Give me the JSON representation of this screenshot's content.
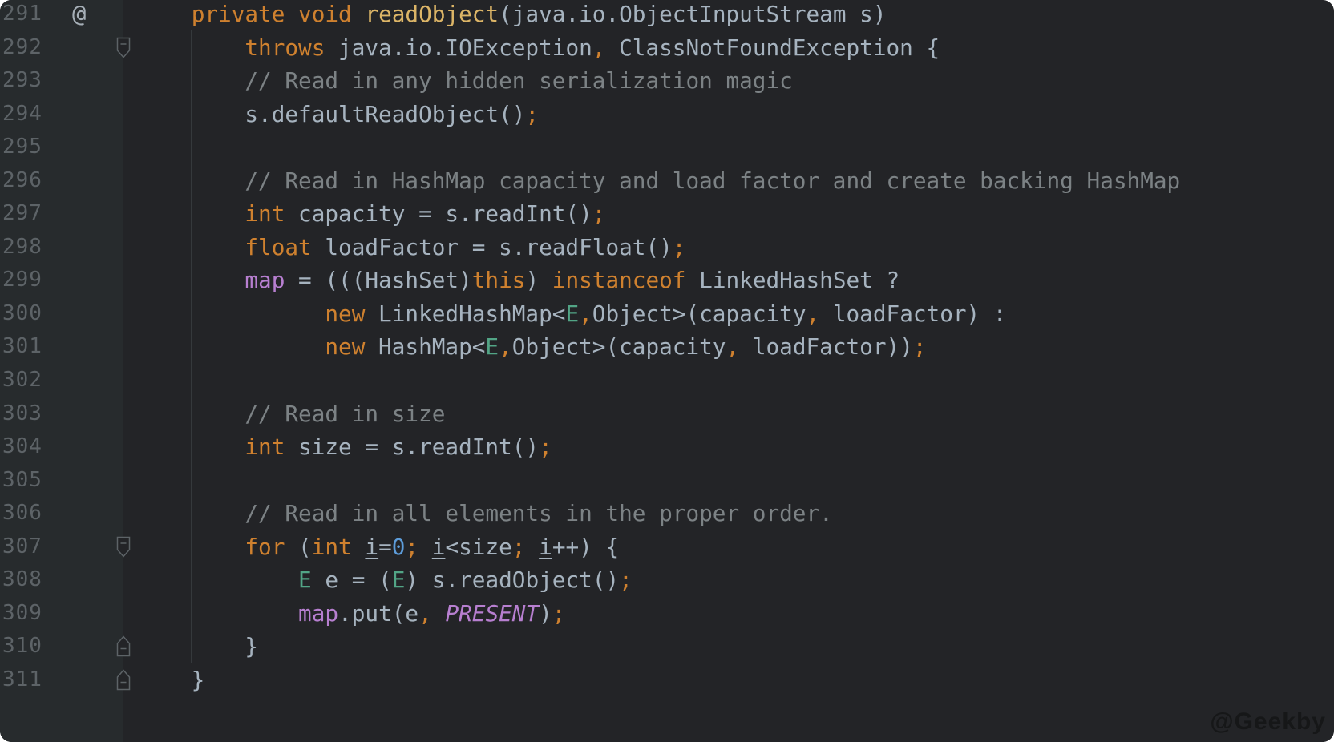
{
  "window": {
    "type": "java-code-editor",
    "theme": "dark"
  },
  "watermark": {
    "label": "@Geekby"
  },
  "colors": {
    "editor_bg": "#232427",
    "gutter_bg": "#272b2d",
    "keyword_orange": "#cf812f",
    "method_yellow": "#dcb567",
    "text_gray": "#a6b3bf",
    "comment_gray": "#7c8285",
    "field_purple": "#b77fd0",
    "type_param_teal": "#52a586",
    "number_blue": "#5d9ddb",
    "line_number_gray": "#5d6367"
  },
  "gutter": {
    "annotation_icon_glyph": "@"
  },
  "editor": {
    "first_line_number": 291,
    "last_line_number": 311,
    "lines": [
      {
        "n": "291",
        "gutter": "annotation-at",
        "fold": null,
        "tokens": [
          [
            "    ",
            "txt"
          ],
          [
            "private",
            "kw"
          ],
          [
            " ",
            "txt"
          ],
          [
            "void",
            "kw"
          ],
          [
            " ",
            "txt"
          ],
          [
            "readObject",
            "fn"
          ],
          [
            "(java.io.ObjectInputStream s)",
            "txt"
          ]
        ]
      },
      {
        "n": "292",
        "gutter": null,
        "fold": "start",
        "tokens": [
          [
            "        ",
            "txt"
          ],
          [
            "throws",
            "kw"
          ],
          [
            " java.io.IOException",
            "txt"
          ],
          [
            ",",
            "pun"
          ],
          [
            " ClassNotFoundException {",
            "txt"
          ]
        ]
      },
      {
        "n": "293",
        "gutter": null,
        "fold": null,
        "tokens": [
          [
            "        ",
            "txt"
          ],
          [
            "// Read in any hidden serialization magic",
            "cm"
          ]
        ]
      },
      {
        "n": "294",
        "gutter": null,
        "fold": null,
        "tokens": [
          [
            "        s.defaultReadObject()",
            "txt"
          ],
          [
            ";",
            "pun"
          ]
        ]
      },
      {
        "n": "295",
        "gutter": null,
        "fold": null,
        "tokens": []
      },
      {
        "n": "296",
        "gutter": null,
        "fold": null,
        "tokens": [
          [
            "        ",
            "txt"
          ],
          [
            "// Read in HashMap capacity and load factor and create backing HashMap",
            "cm"
          ]
        ]
      },
      {
        "n": "297",
        "gutter": null,
        "fold": null,
        "tokens": [
          [
            "        ",
            "txt"
          ],
          [
            "int",
            "kw"
          ],
          [
            " capacity = s.readInt()",
            "txt"
          ],
          [
            ";",
            "pun"
          ]
        ]
      },
      {
        "n": "298",
        "gutter": null,
        "fold": null,
        "tokens": [
          [
            "        ",
            "txt"
          ],
          [
            "float",
            "kw"
          ],
          [
            " loadFactor = s.readFloat()",
            "txt"
          ],
          [
            ";",
            "pun"
          ]
        ]
      },
      {
        "n": "299",
        "gutter": null,
        "fold": null,
        "tokens": [
          [
            "        ",
            "txt"
          ],
          [
            "map",
            "fld"
          ],
          [
            " = (((HashSet)",
            "txt"
          ],
          [
            "this",
            "kw"
          ],
          [
            ") ",
            "txt"
          ],
          [
            "instanceof",
            "kw"
          ],
          [
            " LinkedHashSet ?",
            "txt"
          ]
        ]
      },
      {
        "n": "300",
        "gutter": null,
        "fold": null,
        "tokens": [
          [
            "              ",
            "txt"
          ],
          [
            "new",
            "kw"
          ],
          [
            " LinkedHashMap<",
            "txt"
          ],
          [
            "E",
            "tp"
          ],
          [
            ",",
            "pun"
          ],
          [
            "Object>(capacity",
            "txt"
          ],
          [
            ",",
            "pun"
          ],
          [
            " loadFactor) :",
            "txt"
          ]
        ]
      },
      {
        "n": "301",
        "gutter": null,
        "fold": null,
        "tokens": [
          [
            "              ",
            "txt"
          ],
          [
            "new",
            "kw"
          ],
          [
            " HashMap<",
            "txt"
          ],
          [
            "E",
            "tp"
          ],
          [
            ",",
            "pun"
          ],
          [
            "Object>(capacity",
            "txt"
          ],
          [
            ",",
            "pun"
          ],
          [
            " loadFactor))",
            "txt"
          ],
          [
            ";",
            "pun"
          ]
        ]
      },
      {
        "n": "302",
        "gutter": null,
        "fold": null,
        "tokens": []
      },
      {
        "n": "303",
        "gutter": null,
        "fold": null,
        "tokens": [
          [
            "        ",
            "txt"
          ],
          [
            "// Read in size",
            "cm"
          ]
        ]
      },
      {
        "n": "304",
        "gutter": null,
        "fold": null,
        "tokens": [
          [
            "        ",
            "txt"
          ],
          [
            "int",
            "kw"
          ],
          [
            " size = s.readInt()",
            "txt"
          ],
          [
            ";",
            "pun"
          ]
        ]
      },
      {
        "n": "305",
        "gutter": null,
        "fold": null,
        "tokens": []
      },
      {
        "n": "306",
        "gutter": null,
        "fold": null,
        "tokens": [
          [
            "        ",
            "txt"
          ],
          [
            "// Read in all elements in the proper order.",
            "cm"
          ]
        ]
      },
      {
        "n": "307",
        "gutter": null,
        "fold": "start",
        "tokens": [
          [
            "        ",
            "txt"
          ],
          [
            "for",
            "kw"
          ],
          [
            " (",
            "txt"
          ],
          [
            "int",
            "kw"
          ],
          [
            " ",
            "txt"
          ],
          [
            "i",
            "u"
          ],
          [
            "=",
            "txt"
          ],
          [
            "0",
            "num"
          ],
          [
            ";",
            "pun"
          ],
          [
            " ",
            "txt"
          ],
          [
            "i",
            "u"
          ],
          [
            "<size",
            "txt"
          ],
          [
            ";",
            "pun"
          ],
          [
            " ",
            "txt"
          ],
          [
            "i",
            "u"
          ],
          [
            "++) {",
            "txt"
          ]
        ]
      },
      {
        "n": "308",
        "gutter": null,
        "fold": null,
        "tokens": [
          [
            "            ",
            "txt"
          ],
          [
            "E",
            "tp"
          ],
          [
            " e = (",
            "txt"
          ],
          [
            "E",
            "tp"
          ],
          [
            ") s.readObject()",
            "txt"
          ],
          [
            ";",
            "pun"
          ]
        ]
      },
      {
        "n": "309",
        "gutter": null,
        "fold": null,
        "tokens": [
          [
            "            ",
            "txt"
          ],
          [
            "map",
            "fld"
          ],
          [
            ".put(e",
            "txt"
          ],
          [
            ",",
            "pun"
          ],
          [
            " ",
            "txt"
          ],
          [
            "PRESENT",
            "stf"
          ],
          [
            ")",
            "txt"
          ],
          [
            ";",
            "pun"
          ]
        ]
      },
      {
        "n": "310",
        "gutter": null,
        "fold": "end",
        "tokens": [
          [
            "        }",
            "txt"
          ]
        ]
      },
      {
        "n": "311",
        "gutter": null,
        "fold": "end",
        "tokens": [
          [
            "    }",
            "txt"
          ]
        ]
      }
    ]
  }
}
